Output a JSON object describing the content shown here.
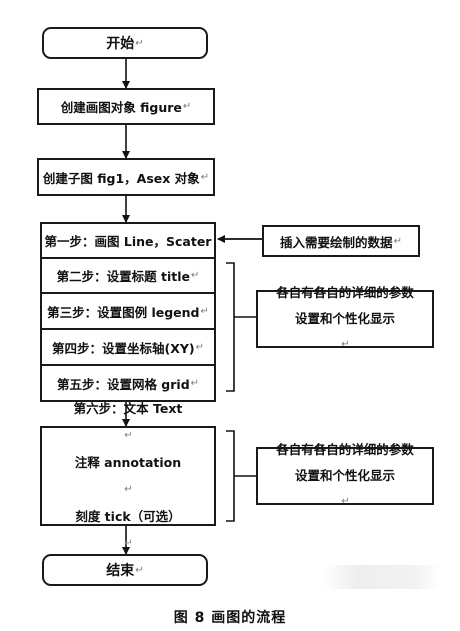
{
  "nodes": {
    "start": "开始",
    "create_figure": "创建画图对象 figure",
    "create_subplot": "创建子图 fig1，Asex 对象",
    "step1": "第一步：画图 Line，Scater",
    "step2": "第二步：设置标题 title",
    "step3": "第三步：设置图例 legend",
    "step4": "第四步：设置坐标轴(XY)",
    "step5": "第五步：设置网格 grid",
    "step6_line1": "第六步：文本 Text",
    "step6_line2": "注释 annotation",
    "step6_line3": "刻度 tick（可选）",
    "end": "结束"
  },
  "side_notes": {
    "insert_data": "插入需要绘制的数据",
    "detail_1_line1": "各自有各自的详细的参数",
    "detail_1_line2": "设置和个性化显示",
    "detail_2_line1": "各自有各自的详细的参数",
    "detail_2_line2": "设置和个性化显示"
  },
  "return_mark": "↵",
  "caption": "图 8  画图的流程"
}
